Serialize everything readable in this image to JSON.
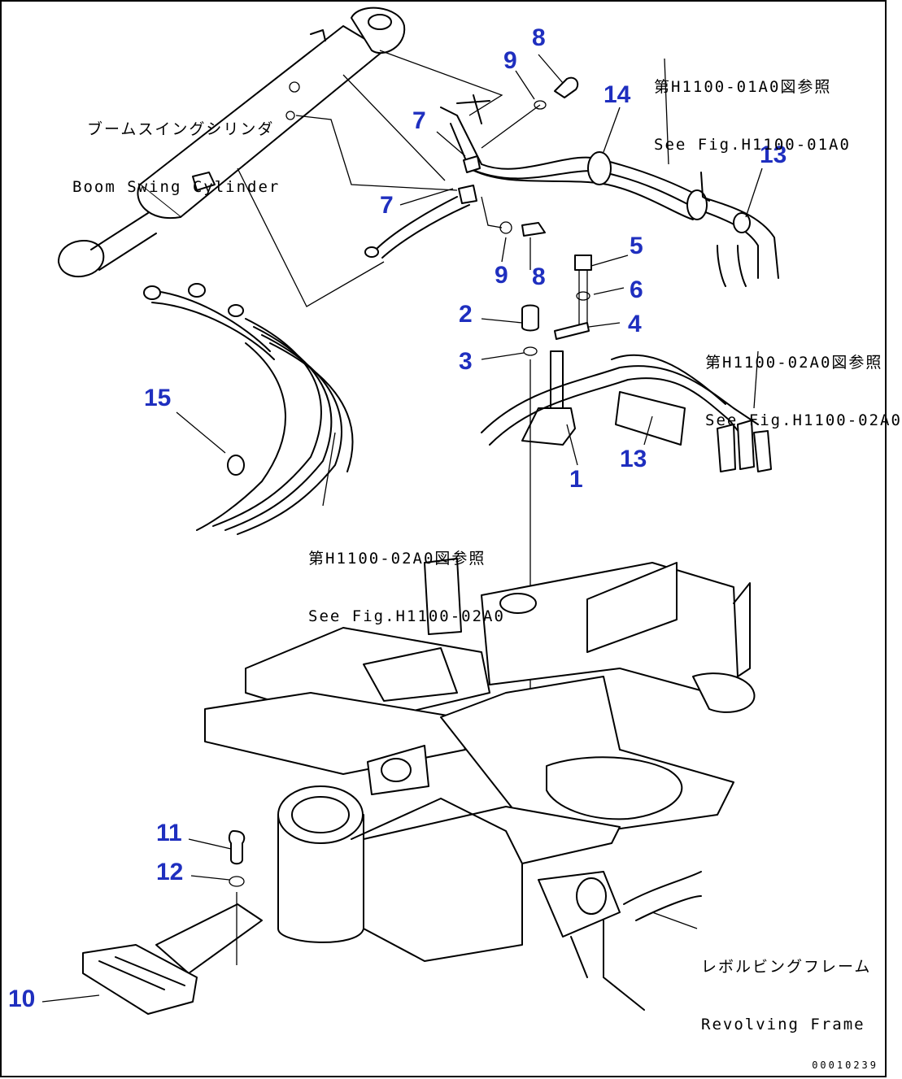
{
  "callouts": [
    {
      "id": "c1",
      "text": "1"
    },
    {
      "id": "c2",
      "text": "2"
    },
    {
      "id": "c3",
      "text": "3"
    },
    {
      "id": "c4",
      "text": "4"
    },
    {
      "id": "c5",
      "text": "5"
    },
    {
      "id": "c6",
      "text": "6"
    },
    {
      "id": "c7a",
      "text": "7"
    },
    {
      "id": "c7b",
      "text": "7"
    },
    {
      "id": "c8a",
      "text": "8"
    },
    {
      "id": "c8b",
      "text": "8"
    },
    {
      "id": "c9a",
      "text": "9"
    },
    {
      "id": "c9b",
      "text": "9"
    },
    {
      "id": "c10",
      "text": "10"
    },
    {
      "id": "c11",
      "text": "11"
    },
    {
      "id": "c12",
      "text": "12"
    },
    {
      "id": "c13a",
      "text": "13"
    },
    {
      "id": "c13b",
      "text": "13"
    },
    {
      "id": "c14",
      "text": "14"
    },
    {
      "id": "c15",
      "text": "15"
    }
  ],
  "labels": {
    "boom_swing_jp": "ブームスイングシリンダ",
    "boom_swing_en": "Boom Swing Cylinder",
    "ref_top_jp": "第H1100-01A0図参照",
    "ref_top_en": "See Fig.H1100-01A0",
    "ref_mid_jp": "第H1100-02A0図参照",
    "ref_mid_en": "See Fig.H1100-02A0",
    "ref_left_jp": "第H1100-02A0図参照",
    "ref_left_en": "See Fig.H1100-02A0",
    "frame_jp": "レボルビングフレーム",
    "frame_en": "Revolving Frame"
  },
  "document_id": "00010239",
  "colors": {
    "callout": "#1f2fbf",
    "line": "#000000",
    "background": "#ffffff"
  }
}
